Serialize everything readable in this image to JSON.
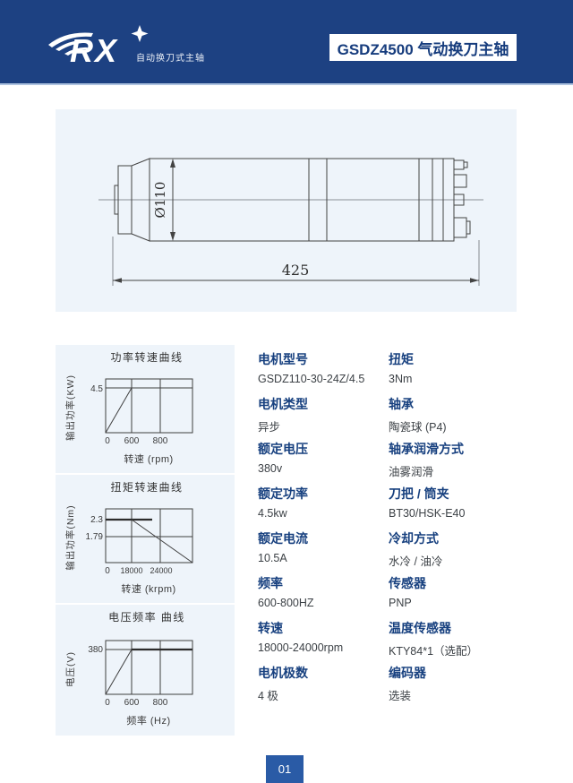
{
  "header": {
    "logo_text": "RX",
    "tagline": "自动换刀式主轴",
    "title": "GSDZ4500 气动换刀主轴",
    "header_color": "#1d4182"
  },
  "drawing": {
    "diameter_label": "Ø110",
    "length_label": "425"
  },
  "charts": [
    {
      "title": "功率转速曲线",
      "y_axis_label": "输出功率(KW)",
      "y_ticks": [
        "4.5"
      ],
      "x_ticks": [
        "0",
        "600",
        "800"
      ],
      "x_axis_label": "转速 (rpm)",
      "chart_data": {
        "type": "line",
        "x": [
          0,
          600,
          800
        ],
        "values": [
          0,
          4.5,
          4.5
        ],
        "xlabel": "转速 (rpm)",
        "ylabel": "输出功率(KW)",
        "note": "power rises linearly 0→4.5KW at 600, constant to 800"
      }
    },
    {
      "title": "扭矩转速曲线",
      "y_axis_label": "输出功率(Nm)",
      "y_ticks": [
        "2.3",
        "1.79"
      ],
      "x_ticks": [
        "0",
        "18000",
        "24000"
      ],
      "x_axis_label": "转速 (krpm)",
      "chart_data": {
        "type": "line",
        "x": [
          0,
          18000,
          24000
        ],
        "values": [
          2.3,
          2.3,
          1.79
        ],
        "xlabel": "转速 (krpm)",
        "ylabel": "输出功率(Nm)",
        "note": "torque constant 2.3Nm to 18000, declines through 1.79Nm at 24000"
      }
    },
    {
      "title": "电压频率 曲线",
      "y_axis_label": "电压(V)",
      "y_ticks": [
        "380"
      ],
      "x_ticks": [
        "0",
        "600",
        "800"
      ],
      "x_axis_label": "频率 (Hz)",
      "chart_data": {
        "type": "line",
        "x": [
          0,
          600,
          800
        ],
        "values": [
          0,
          380,
          380
        ],
        "xlabel": "频率 (Hz)",
        "ylabel": "电压(V)",
        "note": "voltage rises linearly 0→380V at 600Hz, constant to 800Hz"
      }
    }
  ],
  "specs": {
    "items": [
      {
        "label": "电机型号",
        "value": "GSDZ110-30-24Z/4.5"
      },
      {
        "label": "电机类型",
        "value": "异步"
      },
      {
        "label": "额定电压",
        "value": "380v"
      },
      {
        "label": "额定功率",
        "value": "4.5kw"
      },
      {
        "label": "额定电流",
        "value": "10.5A"
      },
      {
        "label": "频率",
        "value": "600-800HZ"
      },
      {
        "label": "转速",
        "value": "18000-24000rpm"
      },
      {
        "label": "电机极数",
        "value": "4 极"
      },
      {
        "label": "扭矩",
        "value": "3Nm"
      },
      {
        "label": "轴承",
        "value": "陶瓷球 (P4)"
      },
      {
        "label": "轴承润滑方式",
        "value": "油雾润滑"
      },
      {
        "label": "刀把 / 筒夹",
        "value": "BT30/HSK-E40"
      },
      {
        "label": "冷却方式",
        "value": "水冷 / 油冷"
      },
      {
        "label": "传感器",
        "value": "PNP"
      },
      {
        "label": "温度传感器",
        "value": "KTY84*1（选配）"
      },
      {
        "label": "编码器",
        "value": "选装"
      }
    ]
  },
  "footer": {
    "page_number": "01"
  }
}
